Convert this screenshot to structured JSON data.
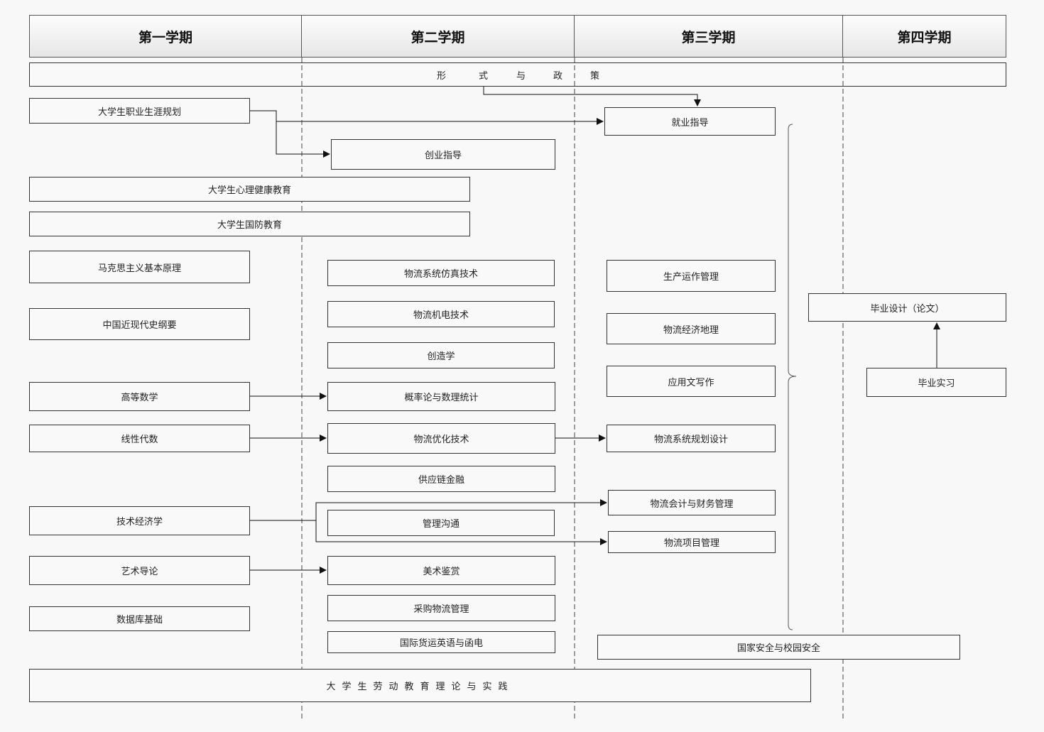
{
  "semesters": [
    "第一学期",
    "第二学期",
    "第三学期",
    "第四学期"
  ],
  "policy": [
    "形",
    "式",
    "与",
    "政",
    "策"
  ],
  "courses": {
    "career": "大学生职业生涯规划",
    "employment": "就业指导",
    "entrepreneurship": "创业指导",
    "mental_health": "大学生心理健康教育",
    "defense": "大学生国防教育",
    "marxism": "马克思主义基本原理",
    "history": "中国近现代史纲要",
    "logistics_sim": "物流系统仿真技术",
    "production": "生产运作管理",
    "thesis": "毕业设计（论文）",
    "mechatronics": "物流机电技术",
    "econ_geo": "物流经济地理",
    "creativity": "创造学",
    "writing": "应用文写作",
    "math": "高等数学",
    "probability": "概率论与数理统计",
    "internship": "毕业实习",
    "linear": "线性代数",
    "optimization": "物流优化技术",
    "system_planning": "物流系统规划设计",
    "supply_finance": "供应链金融",
    "tech_econ": "技术经济学",
    "accounting": "物流会计与财务管理",
    "communication": "管理沟通",
    "project_mgmt": "物流项目管理",
    "art_intro": "艺术导论",
    "art_appreciation": "美术鉴赏",
    "procurement": "采购物流管理",
    "database": "数据库基础",
    "freight_english": "国际货运英语与函电",
    "security": "国家安全与校园安全",
    "labor": "大学生劳动教育理论与实践"
  }
}
